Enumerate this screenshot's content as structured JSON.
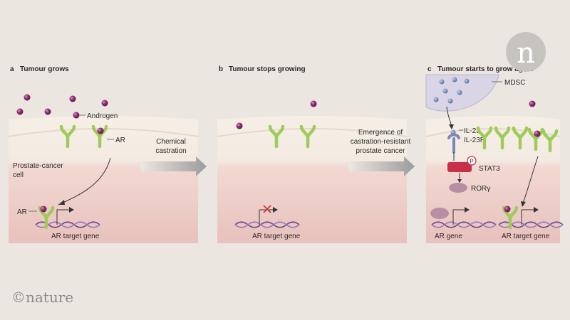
{
  "panels": {
    "a": {
      "letter": "a",
      "title": "Tumour grows",
      "androgen": "Androgen",
      "ar": "AR",
      "cell": "Prostate-cancer",
      "cell2": "cell",
      "ar_gene_lbl": "AR",
      "target": "AR target gene"
    },
    "b": {
      "letter": "b",
      "title": "Tumour stops growing",
      "target": "AR target gene"
    },
    "c": {
      "letter": "c",
      "title": "Tumour starts to grow again",
      "mdsc": "MDSC",
      "il23": "IL-23",
      "il23r": "IL-23R",
      "p": "P",
      "stat3": "STAT3",
      "rory": "RORγ",
      "ar_gene": "AR gene",
      "target": "AR target gene"
    }
  },
  "arrows": {
    "one": {
      "line1": "Chemical",
      "line2": "castration"
    },
    "two": {
      "line1": "Emergence of",
      "line2": "castration-resistant",
      "line3": "prostate cancer"
    }
  },
  "credit": "©nature",
  "logo": "n",
  "colors": {
    "background": "#ece6e1",
    "cell": "#f1d6d1",
    "cell_top": "#f3ece4",
    "androgen": "#8b2a6b",
    "receptor": "#a6cf63",
    "mdsc": "#d8d4e6",
    "stat3": "#c8304a",
    "dna": "#6b4b8c",
    "arrow": "#9a9a9a"
  }
}
